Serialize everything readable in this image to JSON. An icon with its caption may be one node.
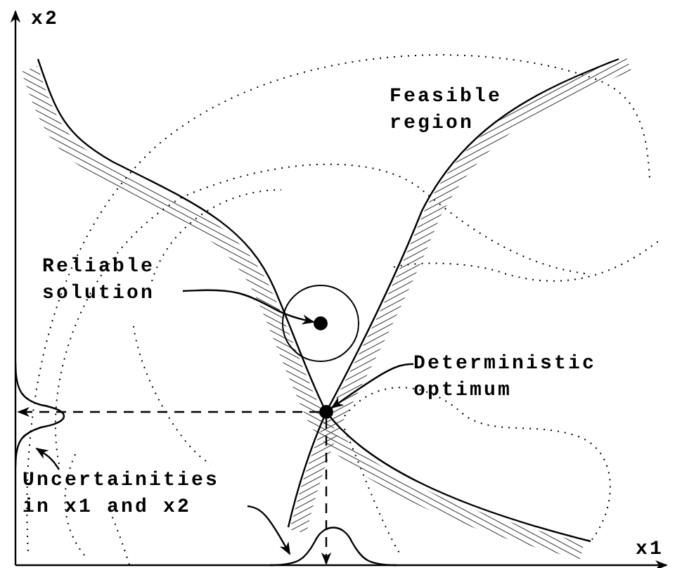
{
  "diagram": {
    "nodes": [
      {
        "text": [
          "Reliable solution"
        ]
      },
      {
        "text": [],
        "shape": "circle"
      },
      {
        "text": [
          "Deterministic optimum"
        ]
      },
      {
        "text": [],
        "shape": "circle"
      },
      {
        "text": [
          "Uncertainities in x1 and x2"
        ]
      },
      {
        "text": [],
        "shape": "curve"
      },
      {
        "text": [],
        "shape": "curve"
      }
    ],
    "edges": [
      {
        "from": 0,
        "to": 1,
        "arrow": "to"
      },
      {
        "from": 2,
        "to": 3,
        "arrow": "to"
      },
      {
        "from": 4,
        "to": 5,
        "arrow": "to"
      },
      {
        "from": 4,
        "to": 6,
        "arrow": "to"
      },
      {
        "from": 3,
        "to": 5,
        "arrow": "to",
        "style": "dashed"
      },
      {
        "from": 3,
        "to": 6,
        "arrow": "to",
        "style": "dashed"
      }
    ],
    "labels": [
      "x2",
      "Feasible region",
      "x1"
    ]
  }
}
